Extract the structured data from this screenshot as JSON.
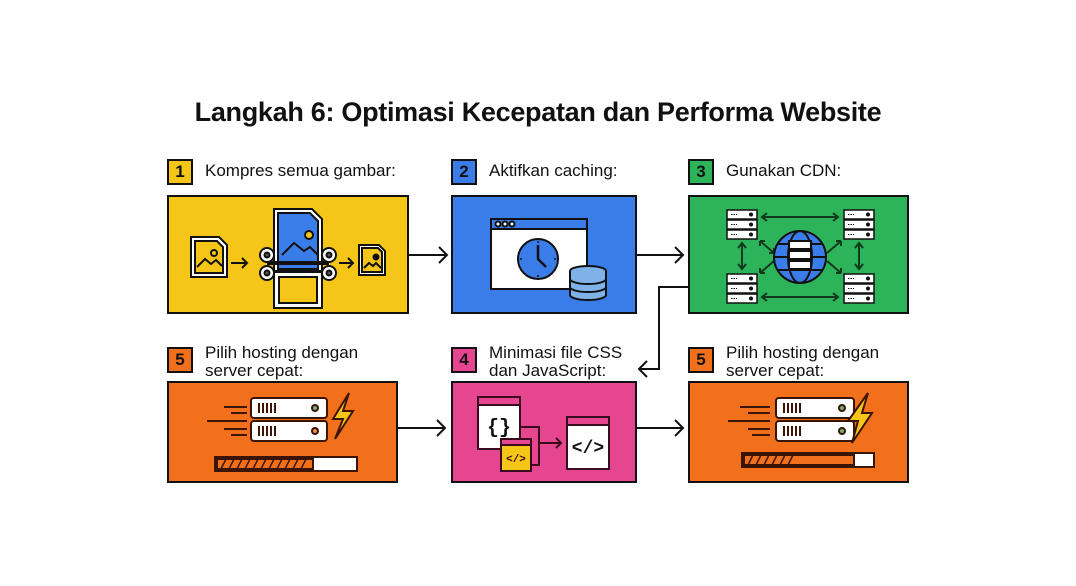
{
  "title": "Langkah 6: Optimasi Kecepatan dan Performa Website",
  "colors": {
    "yellow": "#f5c518",
    "blue": "#3b7de8",
    "green": "#2db45a",
    "orange": "#f26f1c",
    "pink": "#e6468f",
    "outline": "#111111"
  },
  "steps": [
    {
      "number": "1",
      "label": "Kompres semua gambar:",
      "color": "#f5c518",
      "icon": "image-compress-icon"
    },
    {
      "number": "2",
      "label": "Aktifkan caching:",
      "color": "#3b7de8",
      "icon": "browser-clock-database-icon"
    },
    {
      "number": "3",
      "label": "Gunakan CDN:",
      "color": "#2db45a",
      "icon": "globe-servers-network-icon"
    },
    {
      "number": "5",
      "label_line1": "Pilih hosting dengan",
      "label_line2": "server cepat:",
      "color": "#f26f1c",
      "icon": "fast-server-icon"
    },
    {
      "number": "4",
      "label_line1": "Minimasi file CSS",
      "label_line2": "dan JavaScript:",
      "color": "#e6468f",
      "icon": "code-minify-icon"
    },
    {
      "number": "5",
      "label_line1": "Pilih hosting dengan",
      "label_line2": "server cepat:",
      "color": "#f26f1c",
      "icon": "fast-server-icon"
    }
  ]
}
